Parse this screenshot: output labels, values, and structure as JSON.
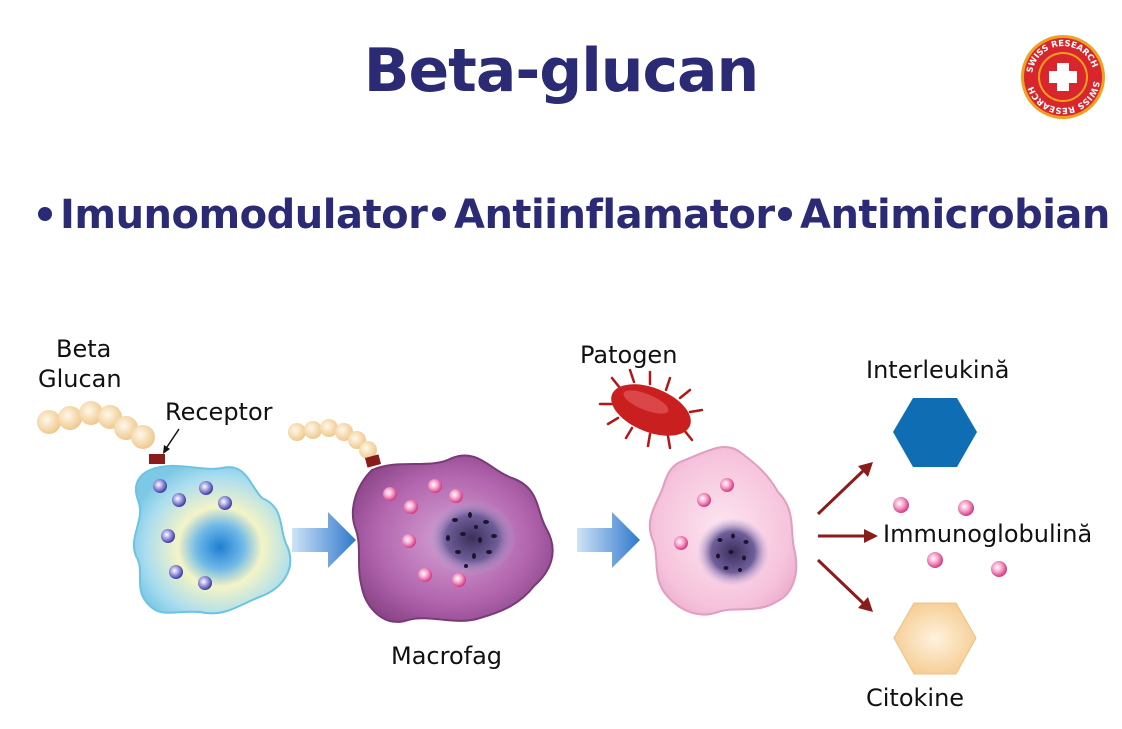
{
  "title": "Beta-glucan",
  "properties": [
    "Imunomodulator",
    "Antiinflamator",
    "Antimicrobian"
  ],
  "labels": {
    "beta_glucan_line1": "Beta",
    "beta_glucan_line2": "Glucan",
    "receptor": "Receptor",
    "macrophage": "Macrofag",
    "pathogen": "Patogen",
    "interleukin": "Interleukină",
    "immunoglobulin": "Immunoglobulină",
    "cytokines": "Citokine"
  },
  "badge": {
    "text": "SWISS RESEARCH",
    "color": "#d8262c",
    "ring": "#f0a020"
  },
  "colors": {
    "title": "#2b2a74",
    "glucan": "#f6d8a8",
    "receptor": "#8b1c1c",
    "arrow_blue": "#3b7fd0",
    "arrow_red": "#8b1c1c",
    "interleukin": "#0e6db3",
    "cytokine": "#f7d5a5",
    "macrophage": "#9a4a96",
    "activated_cell": "#f5b8d6",
    "resting_cell": "#a9ddef",
    "pathogen": "#c91f1f"
  }
}
